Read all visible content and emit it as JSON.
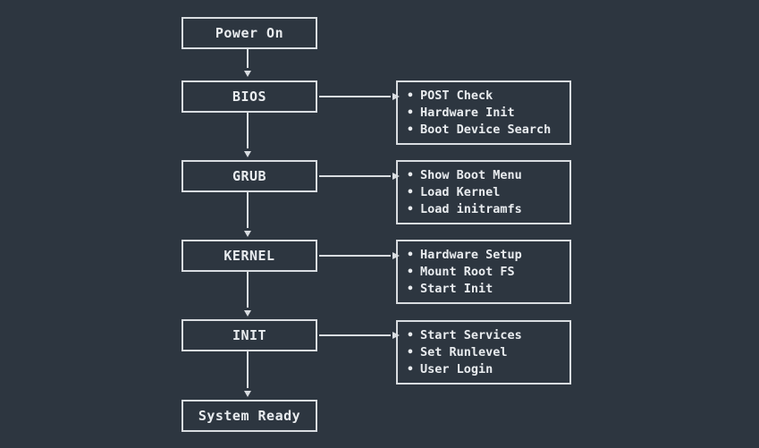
{
  "flow": {
    "bullet": "•",
    "colors": {
      "background": "#2d3640",
      "line": "#d9dde1",
      "text": "#e9ecef"
    },
    "steps": [
      {
        "label": "Power On"
      },
      {
        "label": "BIOS",
        "details": [
          "POST Check",
          "Hardware Init",
          "Boot Device Search"
        ]
      },
      {
        "label": "GRUB",
        "details": [
          "Show Boot Menu",
          "Load Kernel",
          "Load initramfs"
        ]
      },
      {
        "label": "KERNEL",
        "details": [
          "Hardware Setup",
          "Mount Root FS",
          "Start Init"
        ]
      },
      {
        "label": "INIT",
        "details": [
          "Start Services",
          "Set Runlevel",
          "User Login"
        ]
      },
      {
        "label": "System Ready"
      }
    ]
  }
}
